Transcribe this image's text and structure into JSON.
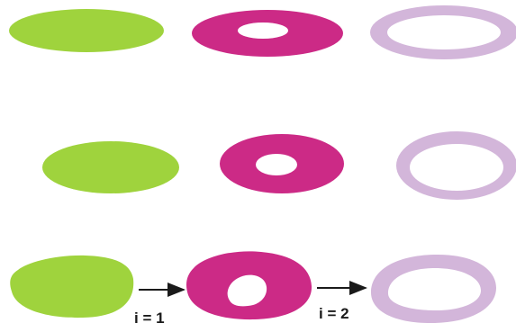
{
  "colors": {
    "solid": "#9fd33d",
    "annulus": "#cc2a86",
    "ring": "#d3b6da",
    "arrow": "#1a1a1a",
    "background": "#ffffff"
  },
  "rows": [
    {
      "name": "row-1",
      "shapes": [
        "solid-ellipse",
        "annulus-small-hole",
        "thin-ring"
      ]
    },
    {
      "name": "row-2",
      "shapes": [
        "solid-ellipse",
        "annulus-small-hole",
        "thin-ring"
      ]
    },
    {
      "name": "row-3",
      "shapes": [
        "solid-blob",
        "annulus-irregular-hole",
        "thin-ring-irregular"
      ]
    }
  ],
  "transitions": [
    {
      "label": "i = 1"
    },
    {
      "label": "i = 2"
    }
  ]
}
